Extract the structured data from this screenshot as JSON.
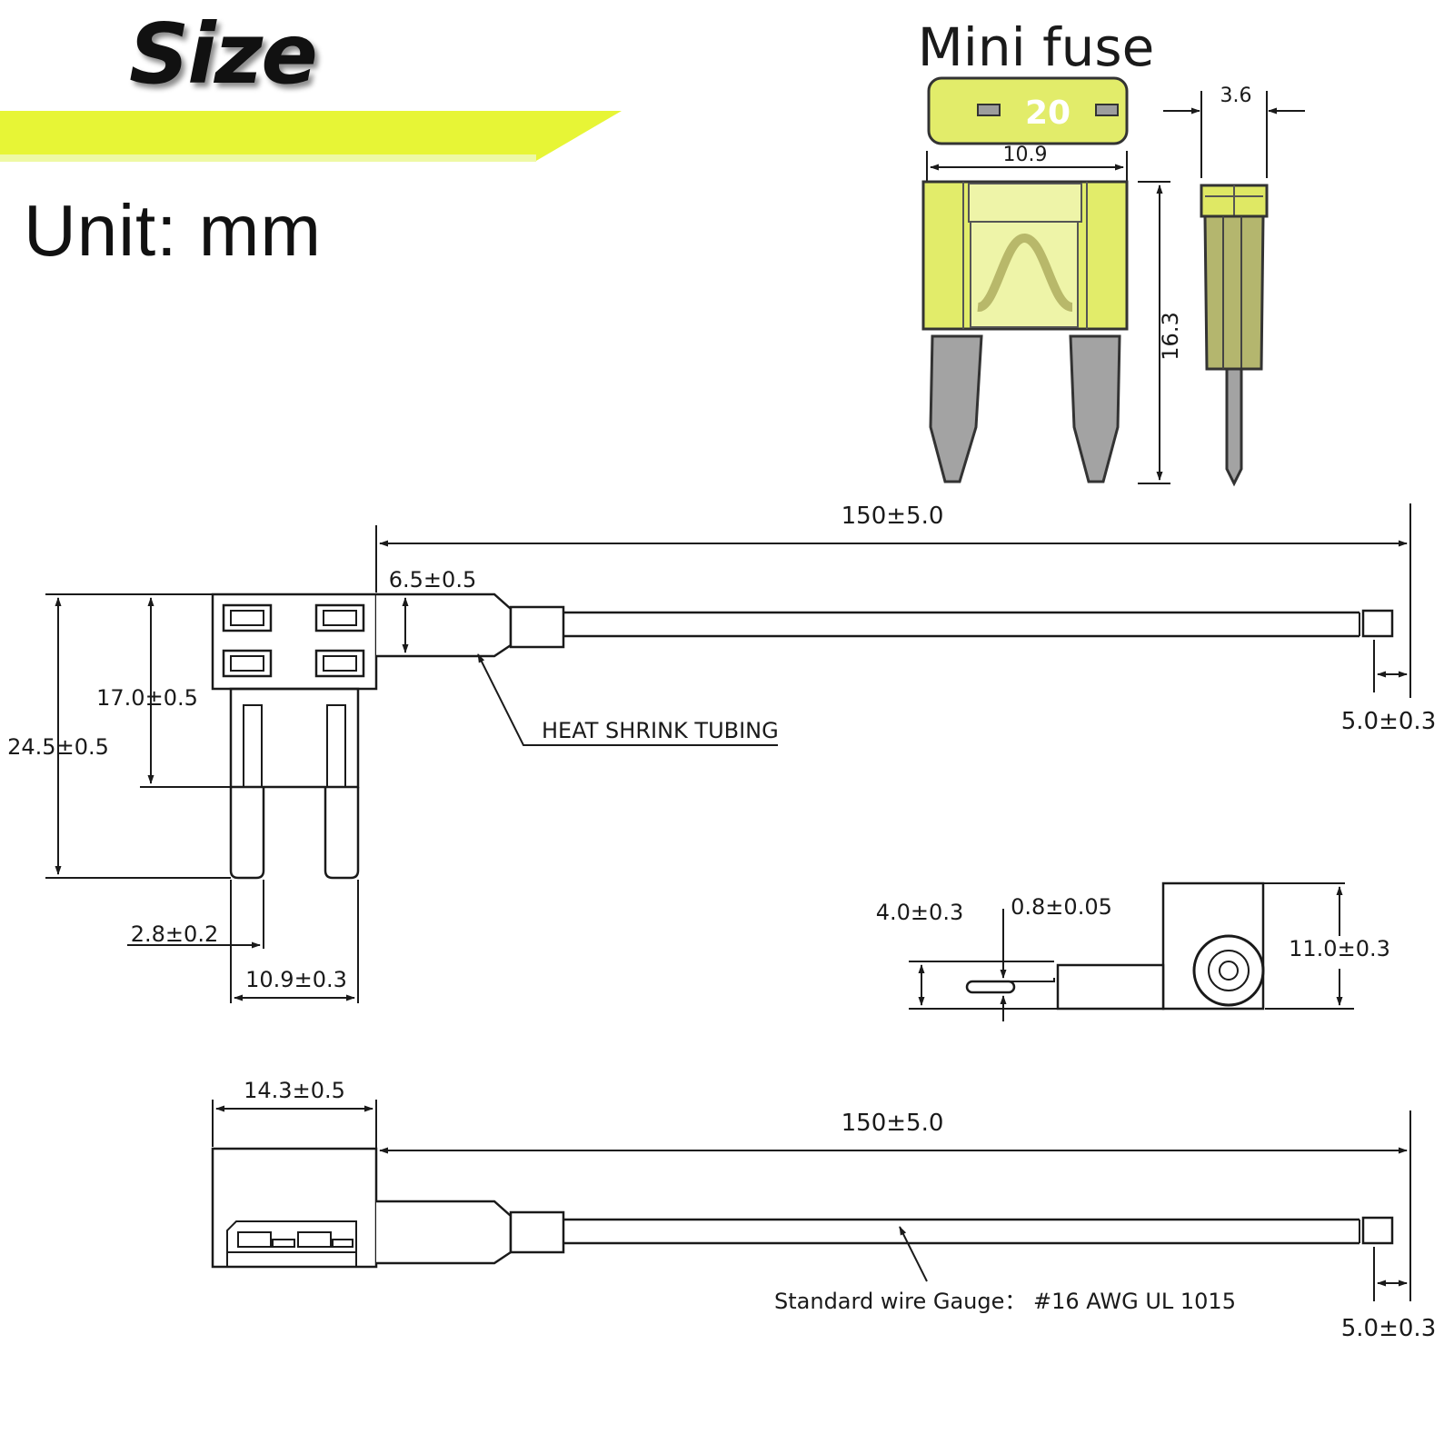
{
  "header": {
    "title": "Size",
    "unit_label": "Unit: mm"
  },
  "fuse": {
    "title": "Mini fuse",
    "rating": "20",
    "width_dim": "10.9",
    "height_dim": "16.3",
    "thickness_dim": "3.6"
  },
  "top_view": {
    "wire_length": "150±5.0",
    "tubing_height": "6.5±0.5",
    "body_height_upper": "17.0±0.5",
    "total_height": "24.5±0.5",
    "blade_width": "2.8±0.2",
    "blade_span": "10.9±0.3",
    "end_length": "5.0±0.3",
    "tubing_label": "HEAT SHRINK TUBING"
  },
  "side_view": {
    "pin_diameter": "4.0±0.3",
    "pin_thickness": "0.8±0.05",
    "height": "11.0±0.3"
  },
  "bottom_view": {
    "body_width": "14.3±0.5",
    "wire_length": "150±5.0",
    "end_length": "5.0±0.3",
    "wire_label": "Standard wire Gauge：  #16 AWG UL 1015"
  },
  "colors": {
    "highlight": "#e7f536",
    "fuse_body": "#e2ec6a",
    "fuse_blade": "#a3a3a3",
    "line": "#1a1a1a"
  }
}
